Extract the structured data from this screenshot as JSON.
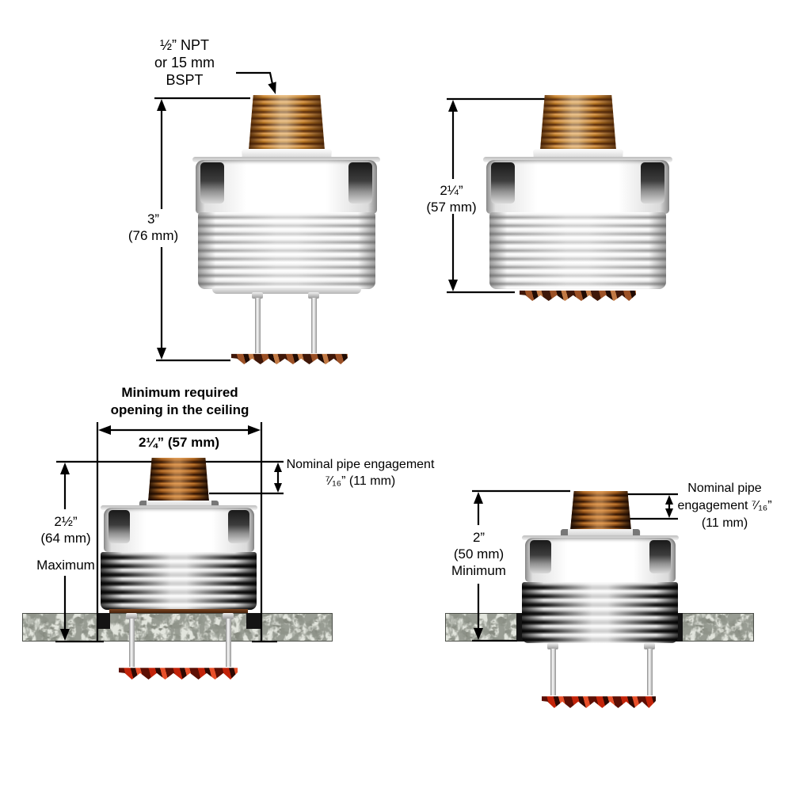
{
  "diagram": {
    "fig_top_left": {
      "thread_label_line1": "½” NPT",
      "thread_label_line2": "or 15 mm",
      "thread_label_line3": "BSPT",
      "height_value": "3”",
      "height_metric": "(76 mm)"
    },
    "fig_top_right": {
      "height_value": "2¼”",
      "height_metric": "(57 mm)"
    },
    "fig_bottom_left": {
      "ceiling_title_line1": "Minimum required",
      "ceiling_title_line2": "opening in the ceiling",
      "opening_width_label": "2¼” (57 mm)",
      "engagement_line1": "Nominal pipe engagement",
      "engagement_line2": "⁷⁄₁₆” (11 mm)",
      "depth_value": "2½”",
      "depth_metric": "(64 mm)",
      "depth_qualifier": "Maximum"
    },
    "fig_bottom_right": {
      "depth_value": "2”",
      "depth_metric": "(50 mm)",
      "depth_qualifier": "Minimum",
      "engagement_line1": "Nominal pipe",
      "engagement_line2": "engagement ⁷⁄₁₆”",
      "engagement_line3": "(11 mm)"
    }
  }
}
